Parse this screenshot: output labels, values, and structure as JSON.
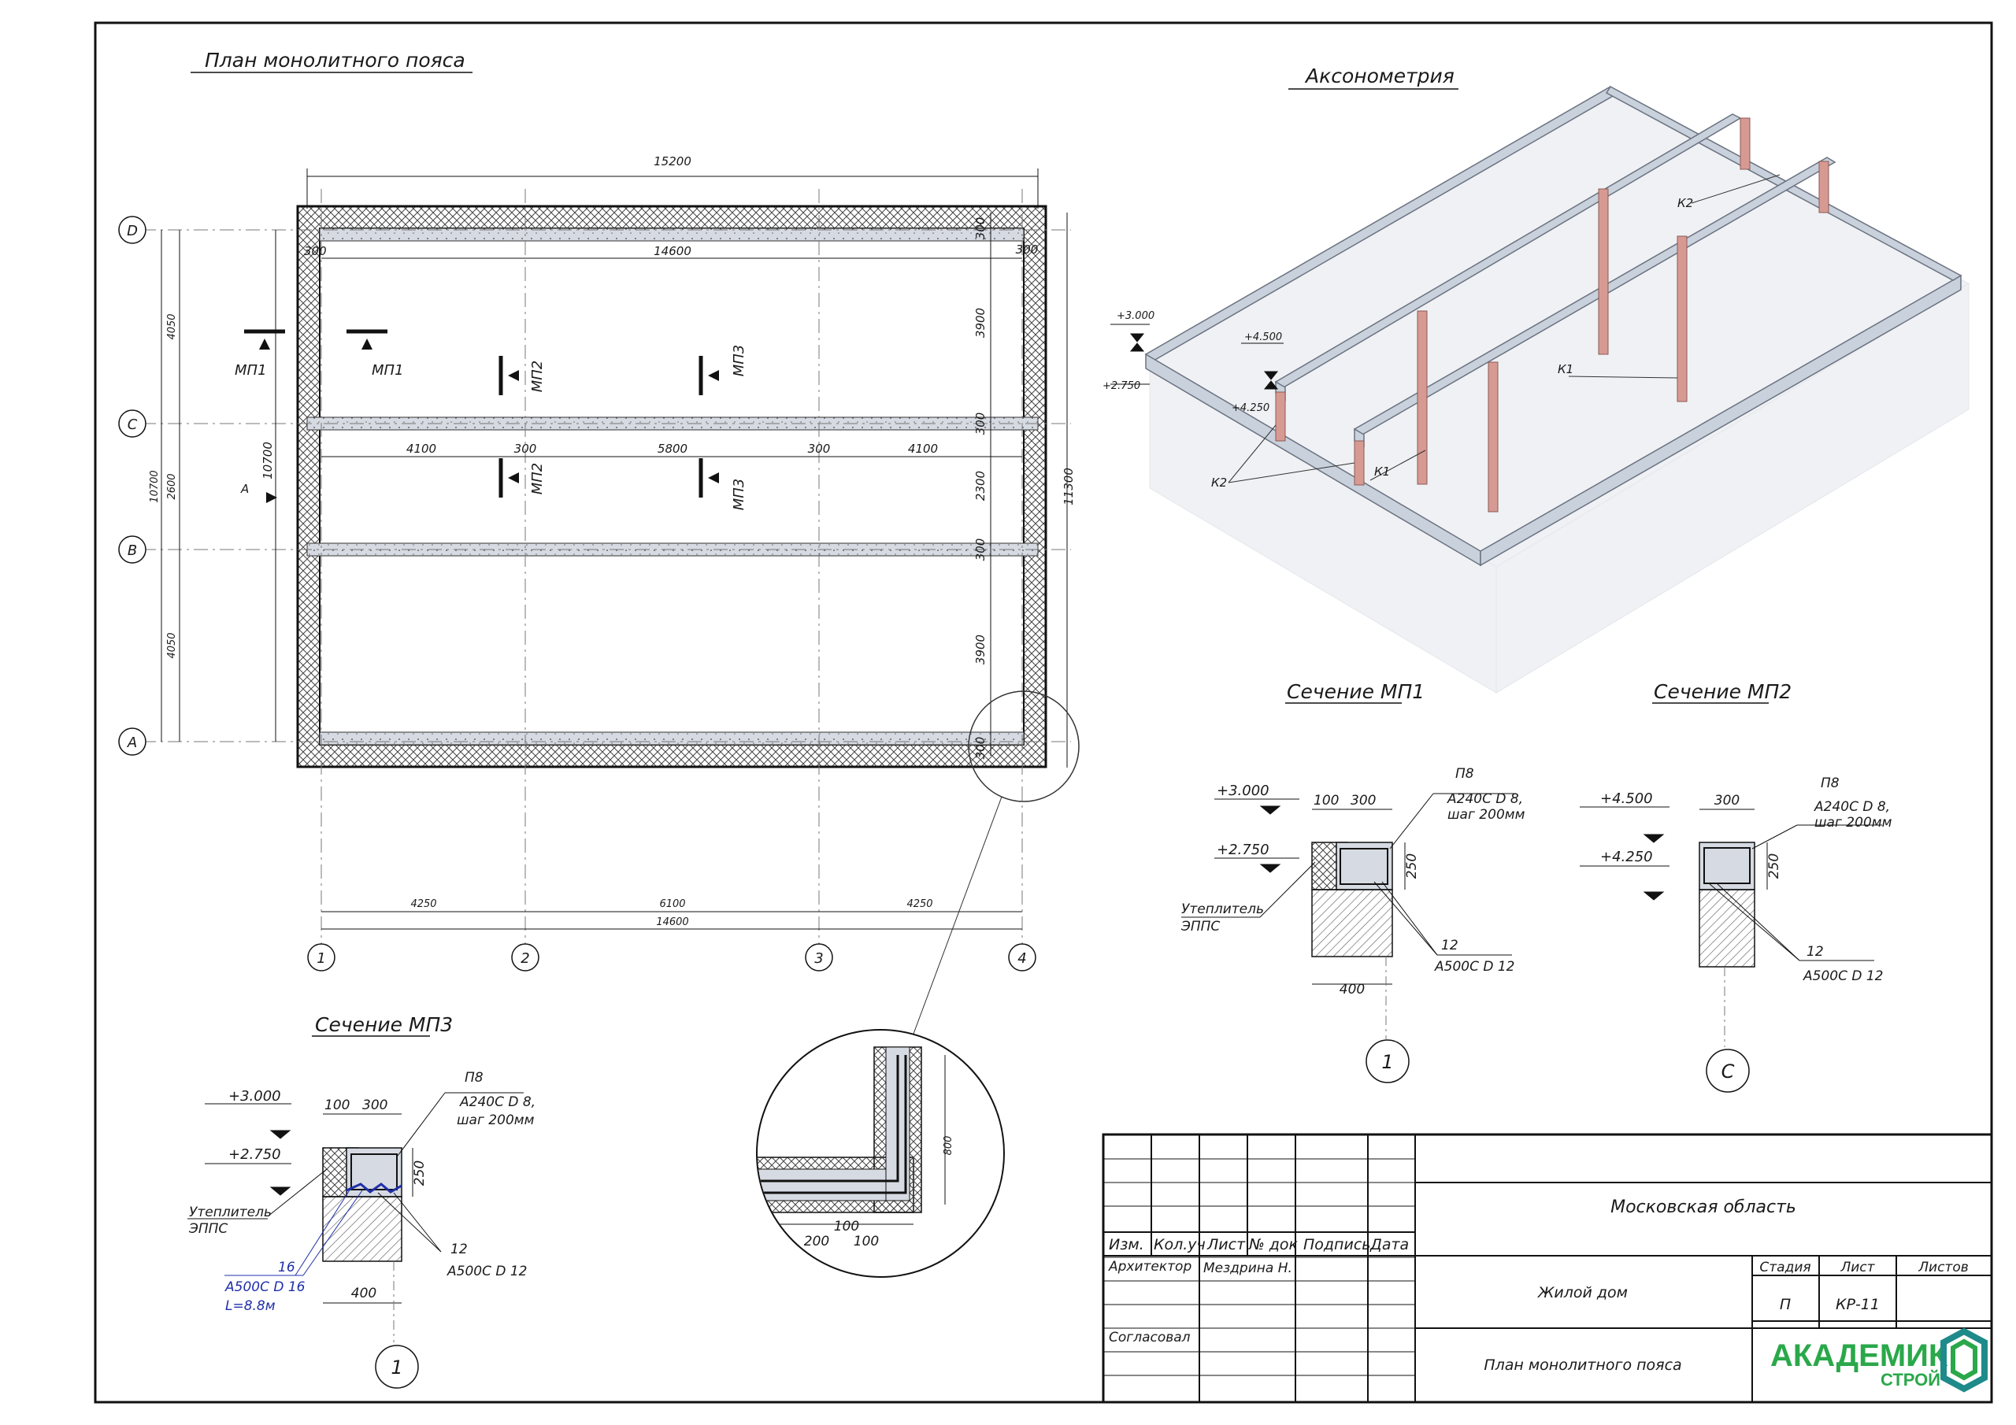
{
  "plan": {
    "title": "План монолитного пояса",
    "dims": {
      "overall_width": "15200",
      "inner_width": "14600",
      "bottom_total": "14600",
      "bottom_spans": [
        "4250",
        "6100",
        "4250"
      ],
      "middle_spans": [
        "4100",
        "300",
        "5800",
        "300",
        "4100"
      ],
      "right_dims": [
        "300",
        "300",
        "3900",
        "300",
        "2300",
        "300",
        "3900",
        "300"
      ],
      "right_total": "11300",
      "left_dims": [
        "4050",
        "2600",
        "4050"
      ],
      "left_total": "10700",
      "left_inner": "10700",
      "top_left_300": "300"
    },
    "axes_rows": [
      "D",
      "C",
      "B",
      "A"
    ],
    "axes_cols": [
      "1",
      "2",
      "3",
      "4"
    ],
    "section_marks": [
      "МП1",
      "МП1",
      "МП2",
      "МП2",
      "МП3",
      "МП3"
    ],
    "view_arrow": "А"
  },
  "axonometry": {
    "title": "Аксонометрия",
    "levels": [
      "+3.000",
      "+2.750",
      "+4.500",
      "+4.250"
    ],
    "labels": [
      "К2",
      "К1",
      "К2",
      "К1"
    ]
  },
  "section_mp1": {
    "title": "Сечение МП1",
    "level_top": "+3.000",
    "level_bottom": "+2.750",
    "dims": [
      "100",
      "300",
      "250",
      "400"
    ],
    "rebar_top_label": "П8",
    "rebar_top_spec": "А240С D 8,",
    "rebar_top_step": "шаг 200мм",
    "rebar_bottom_num": "12",
    "rebar_bottom_spec": "А500С D 12",
    "insulation": "Утеплитель",
    "insulation2": "ЭППС",
    "axis": "1"
  },
  "section_mp2": {
    "title": "Сечение МП2",
    "level_top": "+4.500",
    "level_bottom": "+4.250",
    "dims": [
      "300",
      "250"
    ],
    "rebar_top_label": "П8",
    "rebar_top_spec": "А240С D 8,",
    "rebar_top_step": "шаг 200мм",
    "rebar_bottom_num": "12",
    "rebar_bottom_spec": "А500С D 12",
    "axis": "С"
  },
  "section_mp3": {
    "title": "Сечение МП3",
    "level_top": "+3.000",
    "level_bottom": "+2.750",
    "dims": [
      "100",
      "300",
      "250",
      "400"
    ],
    "rebar_top_label": "П8",
    "rebar_top_spec": "А240С D 8,",
    "rebar_top_step": "шаг 200мм",
    "rebar_bottom_num": "12",
    "rebar_bottom_spec": "А500С D 12",
    "extra_num": "16",
    "extra_spec": "А500С D 16",
    "extra_len": "L=8.8м",
    "insulation": "Утеплитель",
    "insulation2": "ЭППС",
    "axis": "1"
  },
  "detail": {
    "dims": [
      "800",
      "200",
      "100",
      "100"
    ]
  },
  "title_block": {
    "headers": [
      "Изм.",
      "Кол.уч",
      "Лист",
      "№ док",
      "Подпись",
      "Дата"
    ],
    "role1": "Архитектор",
    "name1": "Мездрина Н.",
    "role2": "Согласовал",
    "region": "Московская область",
    "object": "Жилой дом",
    "sheet_title": "План монолитного пояса",
    "stage_label": "Стадия",
    "sheet_label": "Лист",
    "sheets_label": "Листов",
    "stage": "П",
    "sheet_code": "КР-11",
    "logo_main": "АКАДЕМИК",
    "logo_sub": "СТРОЙ"
  },
  "colors": {
    "line": "#1a1a1a",
    "beam": "#c9d1dc",
    "column": "#d79a92",
    "logo_green": "#2aa84a"
  }
}
